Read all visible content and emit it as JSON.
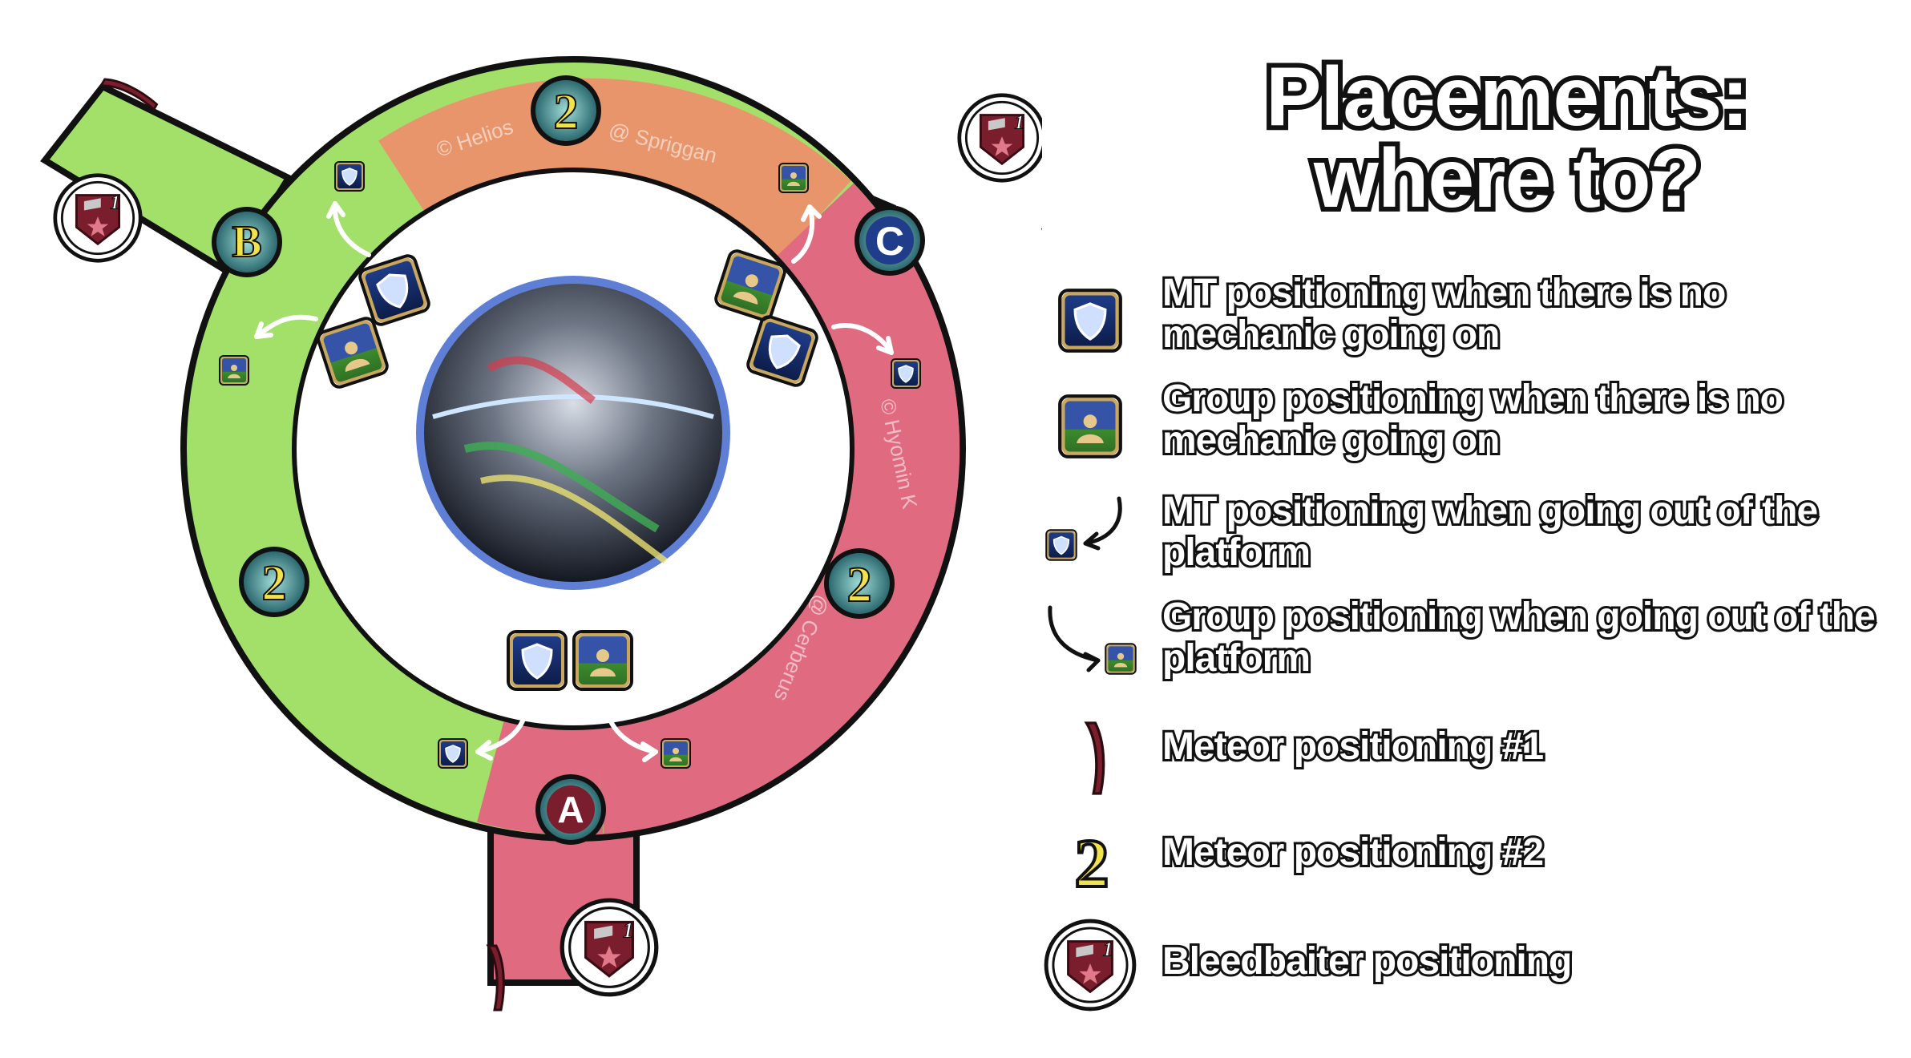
{
  "title": "Placements: where to?",
  "watermarks": [
    "© Helios",
    "@ Spriggan",
    "© Hyomin K",
    "@ Cerberus"
  ],
  "platforms": {
    "a": {
      "color": "#e06b80",
      "marker": "A"
    },
    "b": {
      "color": "#a2e06a",
      "marker": "B"
    },
    "c": {
      "color": "#e8956b",
      "marker": "C"
    }
  },
  "meteor2_marker": "2",
  "bleed_number": "1",
  "legend": [
    {
      "icon": "mt-shield-icon",
      "text": "MT positioning when there is no mechanic going on"
    },
    {
      "icon": "group-icon",
      "text": "Group positioning when there is no mechanic going on"
    },
    {
      "icon": "mt-small-arrow-icon",
      "text": "MT positioning when going out of the platform"
    },
    {
      "icon": "group-small-arrow-icon",
      "text": "Group positioning when going out of the platform"
    },
    {
      "icon": "meteor-1-icon",
      "text": "Meteor positioning #1"
    },
    {
      "icon": "meteor-2-icon",
      "text": "Meteor positioning #2"
    },
    {
      "icon": "bleedbaiter-icon",
      "text": "Bleedbaiter positioning"
    }
  ]
}
